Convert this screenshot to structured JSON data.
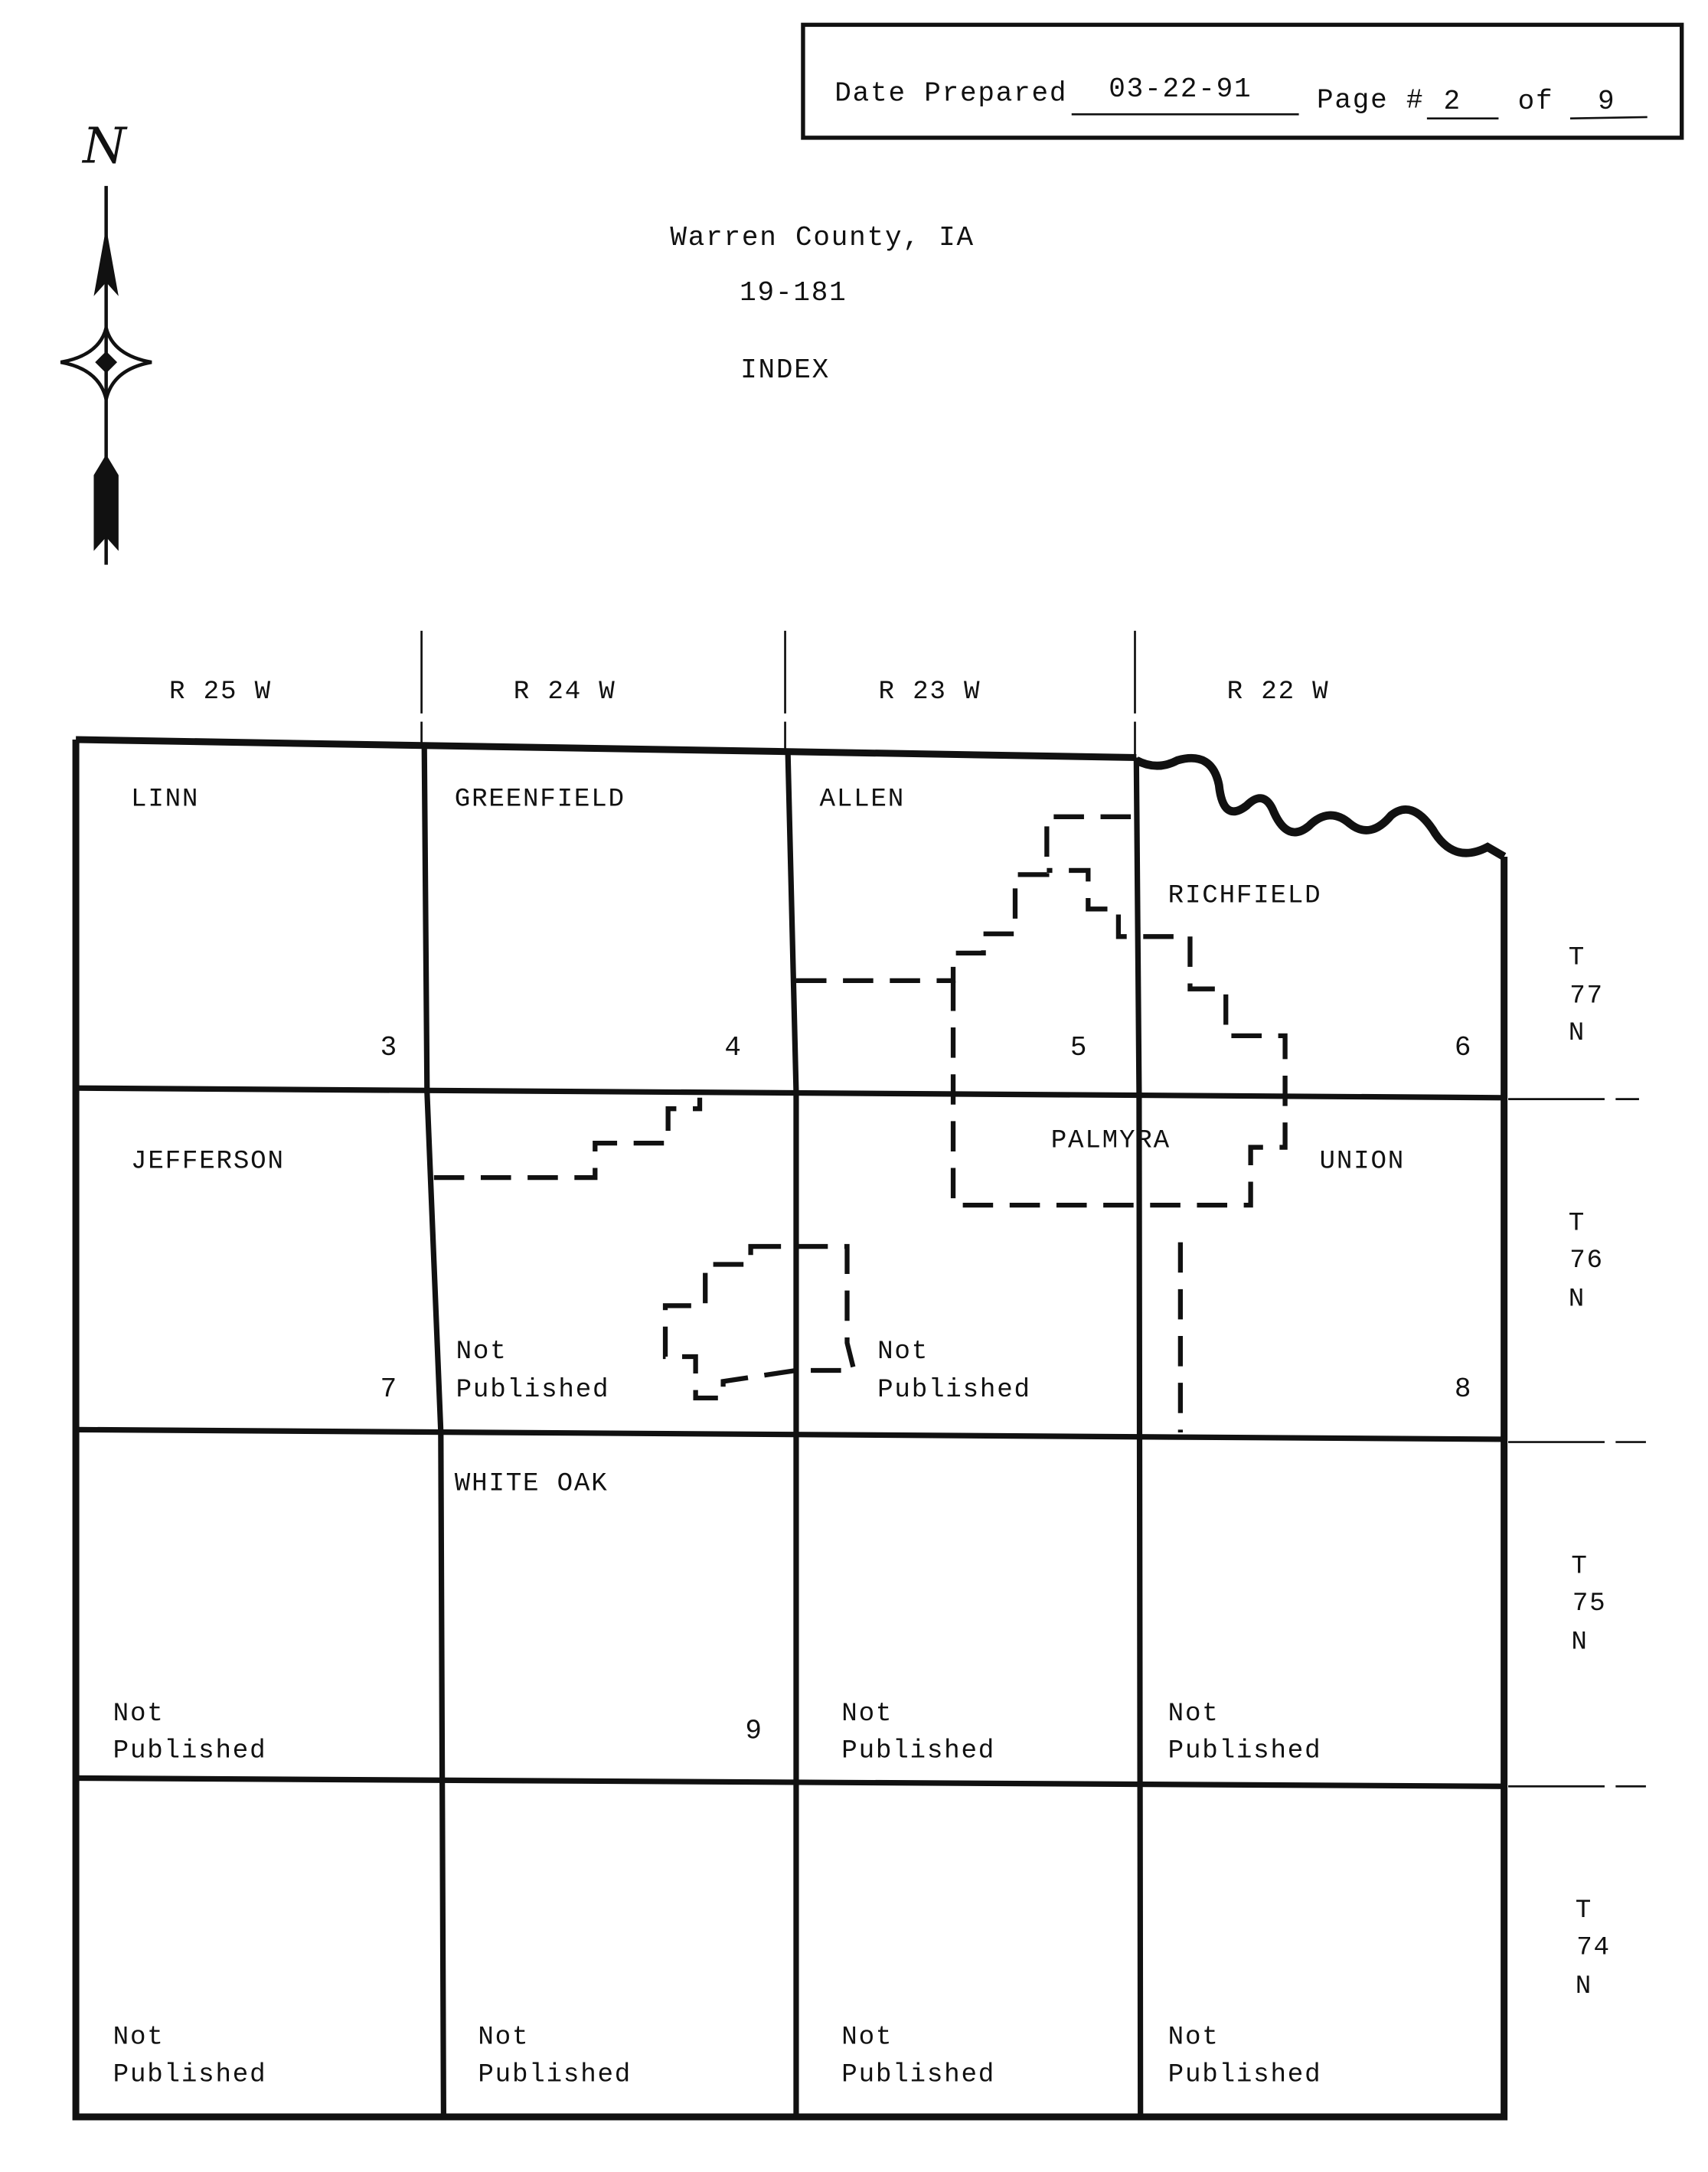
{
  "header": {
    "date_label": "Date Prepared",
    "date_value": "03-22-91",
    "page_label": "Page #",
    "page_value": "2",
    "of_label": "of",
    "total_value": "9"
  },
  "compass": {
    "north_label": "N"
  },
  "title": {
    "county": "Warren County, IA",
    "code": "19-181",
    "subtitle": "INDEX"
  },
  "ranges": [
    "R 25 W",
    "R 24 W",
    "R 23 W",
    "R 22 W"
  ],
  "townships": [
    {
      "t": "T",
      "num": "77",
      "n": "N"
    },
    {
      "t": "T",
      "num": "76",
      "n": "N"
    },
    {
      "t": "T",
      "num": "75",
      "n": "N"
    },
    {
      "t": "T",
      "num": "74",
      "n": "N"
    }
  ],
  "township_names": {
    "linn": "LINN",
    "greenfield": "GREENFIELD",
    "allen": "ALLEN",
    "richfield": "RICHFIELD",
    "jefferson": "JEFFERSON",
    "palmyra": "PALMYRA",
    "union": "UNION",
    "white_oak": "WHITE OAK"
  },
  "page_numbers": {
    "linn": "3",
    "greenfield": "4",
    "allen": "5",
    "richfield": "6",
    "jefferson": "7",
    "union": "8",
    "white_oak": "9"
  },
  "not_published": {
    "line1": "Not",
    "line2": "Published"
  }
}
